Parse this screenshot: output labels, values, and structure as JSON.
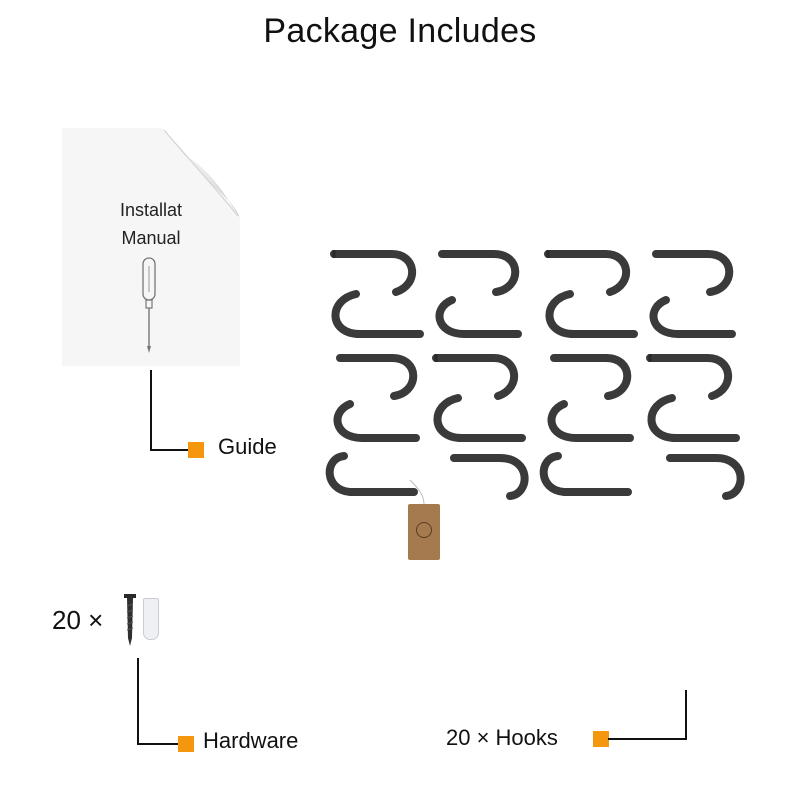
{
  "title": "Package Includes",
  "manual": {
    "line1": "Installat",
    "line2": "Manual"
  },
  "labels": {
    "guide": "Guide",
    "hardware": "Hardware",
    "hooks": "20 × Hooks",
    "hardware_count": "20 ×"
  },
  "colors": {
    "accent": "#f5960f",
    "hook": "#3a3a3a",
    "line": "#111111"
  },
  "icons": [
    "manual-icon",
    "screwdriver-icon",
    "screw-icon",
    "wall-anchor-icon",
    "hook-icon",
    "tag-icon"
  ]
}
